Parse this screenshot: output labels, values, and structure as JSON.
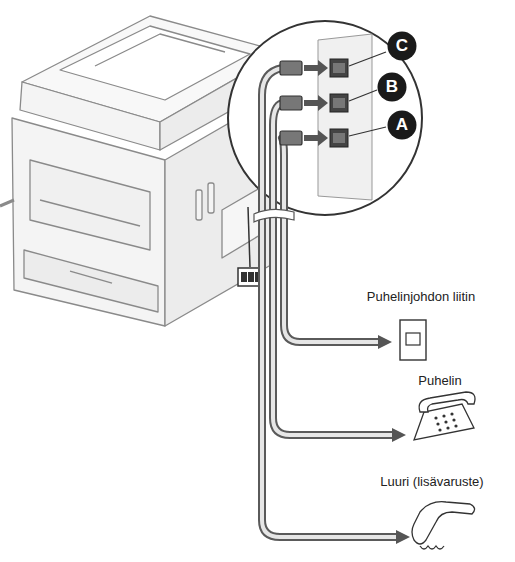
{
  "diagram": {
    "nodes": [
      {
        "text": [
          "C"
        ]
      },
      {
        "text": [
          "B"
        ]
      },
      {
        "text": [
          "A"
        ]
      }
    ],
    "labels": [
      "Puhelinjohdon liitin",
      "Puhelin",
      "Luuri (lisävaruste)"
    ]
  }
}
